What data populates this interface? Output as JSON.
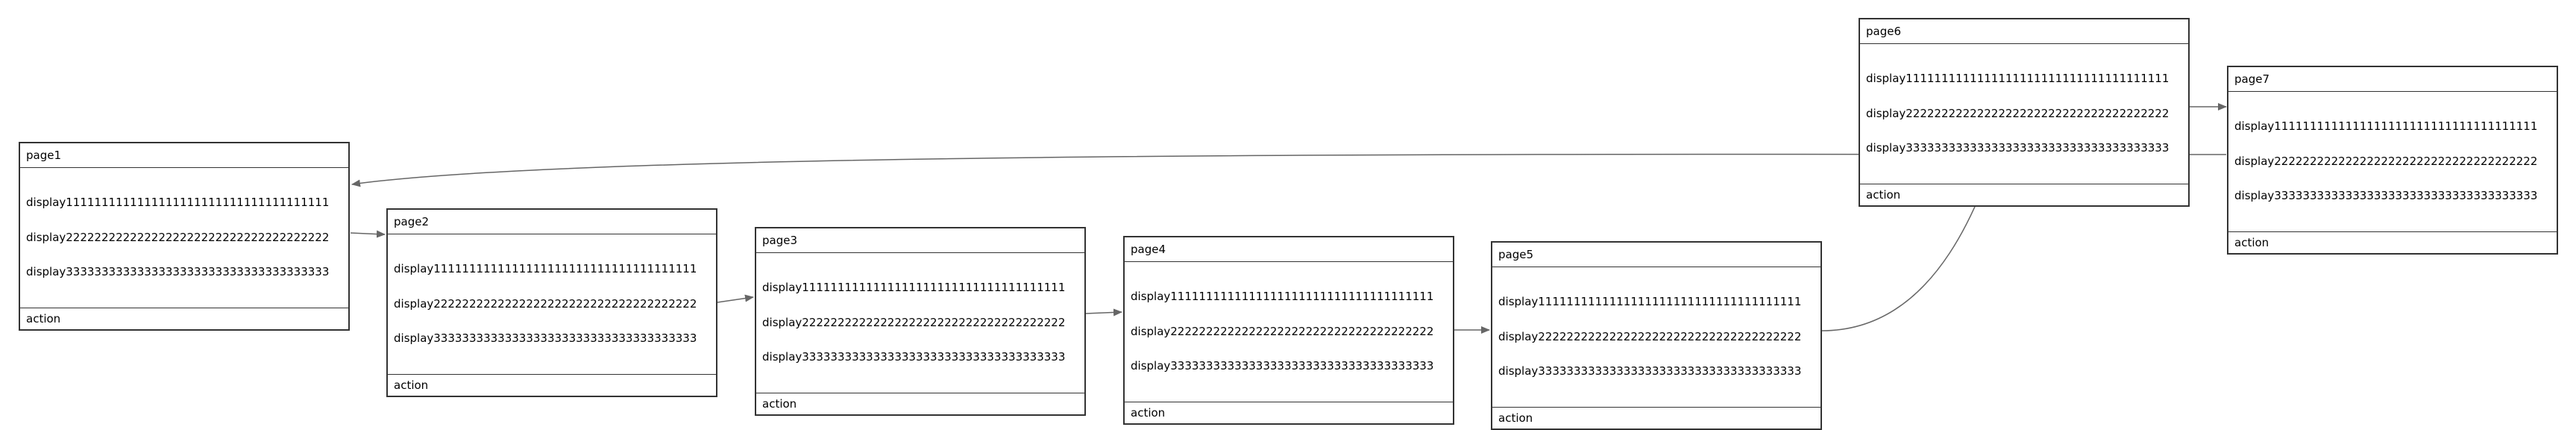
{
  "nodes": [
    {
      "id": "page1",
      "title": "page1",
      "lines": [
        "display1111111111111111111111111111111111111",
        "display2222222222222222222222222222222222222",
        "display3333333333333333333333333333333333333"
      ],
      "action": "action"
    },
    {
      "id": "page2",
      "title": "page2",
      "lines": [
        "display1111111111111111111111111111111111111",
        "display2222222222222222222222222222222222222",
        "display3333333333333333333333333333333333333"
      ],
      "action": "action"
    },
    {
      "id": "page3",
      "title": "page3",
      "lines": [
        "display1111111111111111111111111111111111111",
        "display2222222222222222222222222222222222222",
        "display3333333333333333333333333333333333333"
      ],
      "action": "action"
    },
    {
      "id": "page4",
      "title": "page4",
      "lines": [
        "display1111111111111111111111111111111111111",
        "display2222222222222222222222222222222222222",
        "display3333333333333333333333333333333333333"
      ],
      "action": "action"
    },
    {
      "id": "page5",
      "title": "page5",
      "lines": [
        "display1111111111111111111111111111111111111",
        "display2222222222222222222222222222222222222",
        "display3333333333333333333333333333333333333"
      ],
      "action": "action"
    },
    {
      "id": "page6",
      "title": "page6",
      "lines": [
        "display1111111111111111111111111111111111111",
        "display2222222222222222222222222222222222222",
        "display3333333333333333333333333333333333333"
      ],
      "action": "action"
    },
    {
      "id": "page7",
      "title": "page7",
      "lines": [
        "display1111111111111111111111111111111111111",
        "display2222222222222222222222222222222222222",
        "display3333333333333333333333333333333333333"
      ],
      "action": "action"
    }
  ],
  "edges": [
    {
      "from": "page1",
      "to": "page2"
    },
    {
      "from": "page2",
      "to": "page3"
    },
    {
      "from": "page3",
      "to": "page4"
    },
    {
      "from": "page4",
      "to": "page5"
    },
    {
      "from": "page5",
      "to": "page6"
    },
    {
      "from": "page6",
      "to": "page7"
    },
    {
      "from": "page7",
      "to": "page1"
    }
  ],
  "colors": {
    "stroke": "#333333",
    "edge": "#666666",
    "background": "#ffffff"
  }
}
